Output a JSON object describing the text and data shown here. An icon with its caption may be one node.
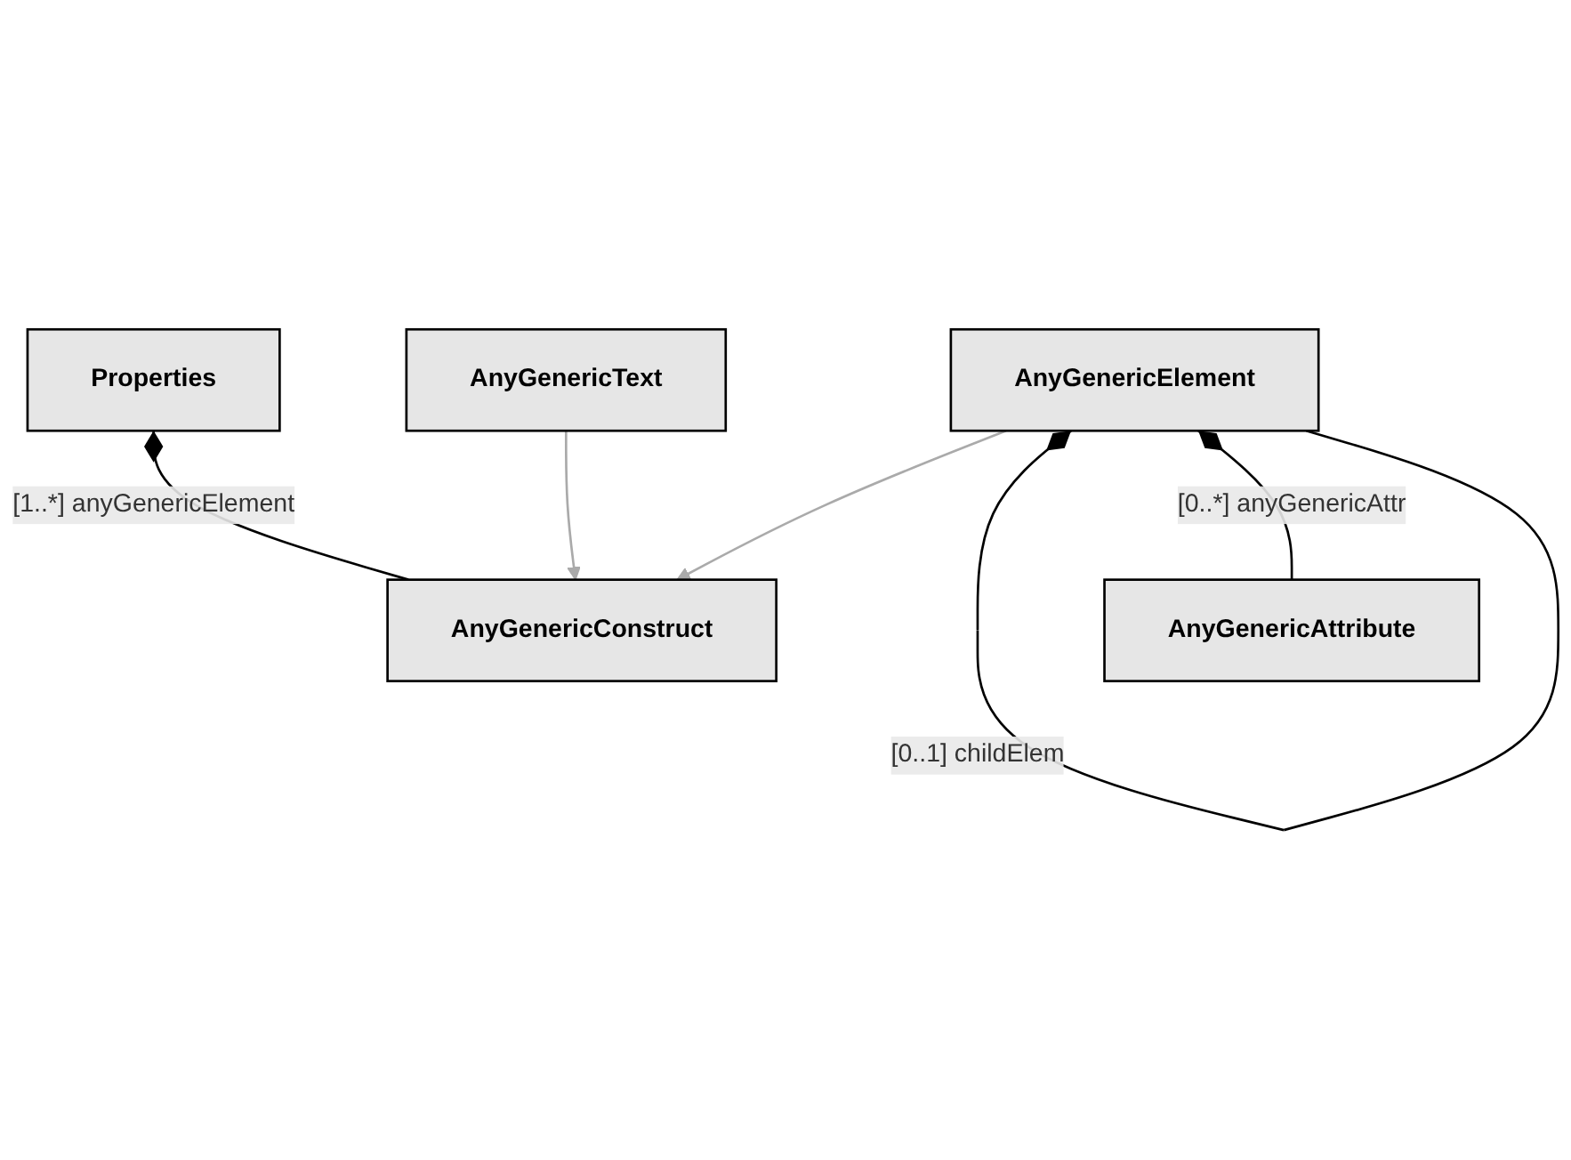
{
  "diagram": {
    "nodes": [
      {
        "text": [
          "Properties"
        ]
      },
      {
        "text": [
          "AnyGenericConstruct"
        ]
      },
      {
        "text": [
          "AnyGenericElement"
        ]
      },
      {
        "text": [
          "AnyGenericText"
        ]
      },
      {
        "text": [
          "AnyGenericAttribute"
        ]
      }
    ],
    "edges": [
      {
        "from": 0,
        "to": 1,
        "arrow": "other",
        "label": "[1..*] anyGenericElement"
      },
      {
        "from": 2,
        "to": 1,
        "arrow": "to",
        "color": "#aaaaaa"
      },
      {
        "from": 3,
        "to": 1,
        "arrow": "to",
        "color": "#aaaaaa"
      },
      {
        "from": 2,
        "to": 2,
        "arrow": "other",
        "label": "[0..1] childElem"
      },
      {
        "from": 2,
        "to": 4,
        "arrow": "other",
        "label": "[0..*] anyGenericAttr"
      }
    ]
  }
}
